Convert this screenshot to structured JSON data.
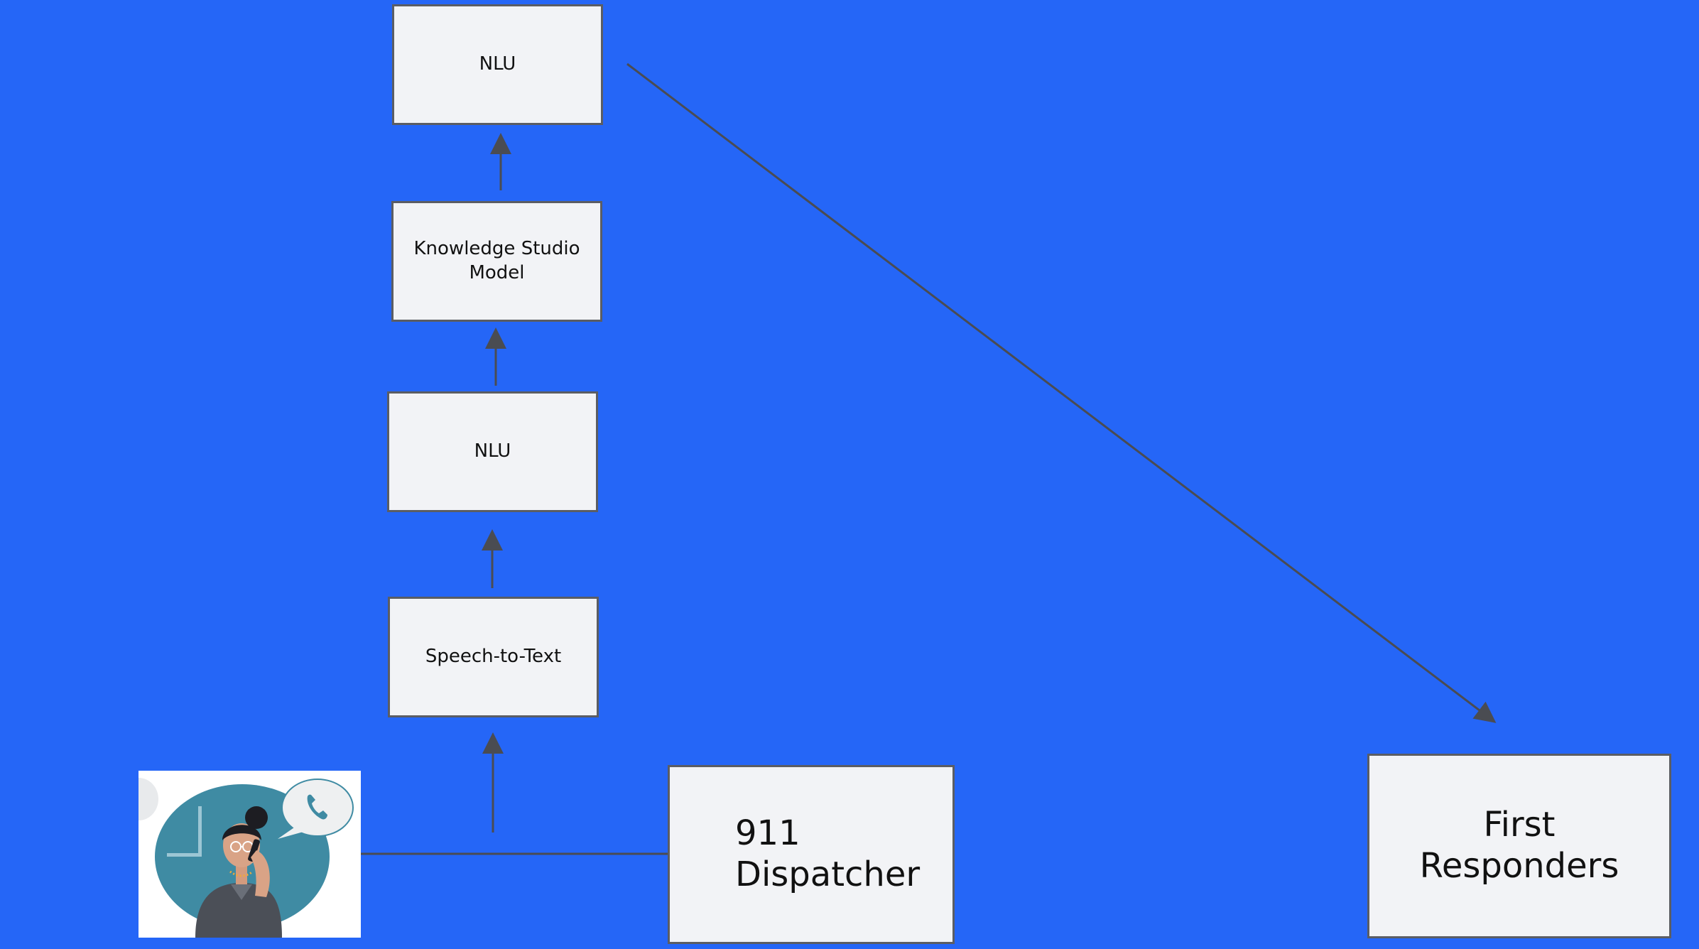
{
  "diagram": {
    "nodes": {
      "nlu_top": {
        "label": "NLU"
      },
      "knowledge_studio": {
        "label": "Knowledge Studio\nModel"
      },
      "nlu_middle": {
        "label": "NLU"
      },
      "speech_to_text": {
        "label": "Speech-to-Text"
      },
      "dispatcher": {
        "label": "911\nDispatcher"
      },
      "first_responders": {
        "label": "First\nResponders"
      }
    },
    "caller_illustration": {
      "icon": "woman-on-phone-with-speech-bubble"
    },
    "edges": [
      {
        "from": "caller",
        "to": "dispatcher",
        "style": "line"
      },
      {
        "from": "caller",
        "to": "speech_to_text",
        "style": "arrow"
      },
      {
        "from": "speech_to_text",
        "to": "nlu_middle",
        "style": "arrow"
      },
      {
        "from": "nlu_middle",
        "to": "knowledge_studio",
        "style": "arrow"
      },
      {
        "from": "knowledge_studio",
        "to": "nlu_top",
        "style": "arrow"
      },
      {
        "from": "nlu_top",
        "to": "first_responders",
        "style": "arrow"
      }
    ],
    "colors": {
      "background": "#2566f7",
      "box_fill": "#f2f3f6",
      "box_border": "#5b5d63",
      "connector": "#4a4c52"
    }
  }
}
